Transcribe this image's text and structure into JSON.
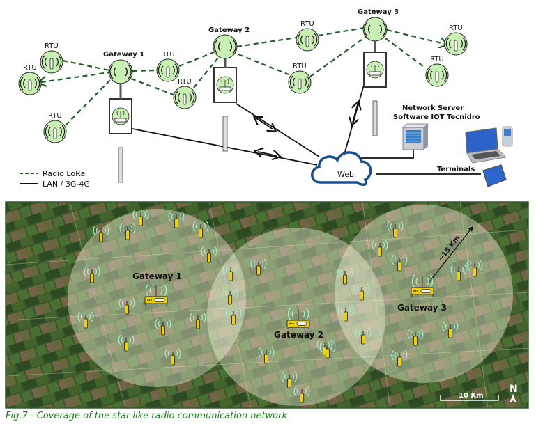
{
  "diagram": {
    "gateways": [
      {
        "id": "gw1",
        "label": "Gateway 1"
      },
      {
        "id": "gw2",
        "label": "Gateway 2"
      },
      {
        "id": "gw3",
        "label": "Gateway 3"
      }
    ],
    "rtu_label": "RTU",
    "rtu_count": 9,
    "web_label": "Web",
    "server": {
      "line1": "Network Server",
      "line2": "Software IOT Tecnidro"
    },
    "terminals_label": "Terminals",
    "legend": [
      {
        "style": "dashed",
        "label": "Radio LoRa"
      },
      {
        "style": "solid",
        "label": "LAN / 3G-4G"
      }
    ],
    "colors": {
      "lora": "#1f5e28",
      "rtu_fill": "#c9f0b4",
      "cloud": "#1a4f8f",
      "link": "#111111"
    }
  },
  "map": {
    "gateways": [
      {
        "id": "gw1",
        "label": "Gateway 1"
      },
      {
        "id": "gw2",
        "label": "Gateway 2"
      },
      {
        "id": "gw3",
        "label": "Gateway 3"
      }
    ],
    "radius_label": "~15 Km",
    "scale_label": "10 Km",
    "north_label": "N",
    "colors": {
      "sensor": "#f0d000",
      "coverage": "#f4f1d8",
      "signal": "#a8ecd0"
    }
  },
  "caption": "Fig.7 - Coverage of the star-like radio communication network"
}
